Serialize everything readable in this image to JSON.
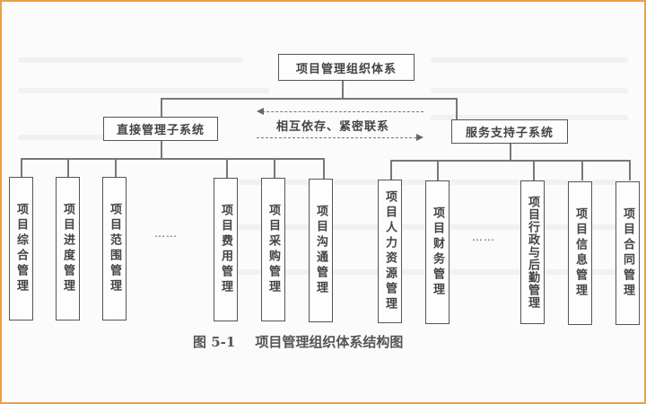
{
  "diagram": {
    "root": "项目管理组织体系",
    "relation": "相互依存、紧密联系",
    "left_subsystem": {
      "label": "直接管理子系统",
      "items": [
        "项目综合管理",
        "项目进度管理",
        "项目范围管理",
        "……",
        "项目费用管理",
        "项目采购管理",
        "项目沟通管理"
      ]
    },
    "right_subsystem": {
      "label": "服务支持子系统",
      "items": [
        "项目人力资源管理",
        "项目财务管理",
        "……",
        "项目行政与后勤管理",
        "项目信息管理",
        "项目合同管理"
      ]
    },
    "caption": {
      "number": "图 5-1",
      "title": "项目管理组织体系结构图"
    }
  },
  "colors": {
    "border_accent": "#e8a04e",
    "line": "#777777",
    "text": "#444444"
  }
}
